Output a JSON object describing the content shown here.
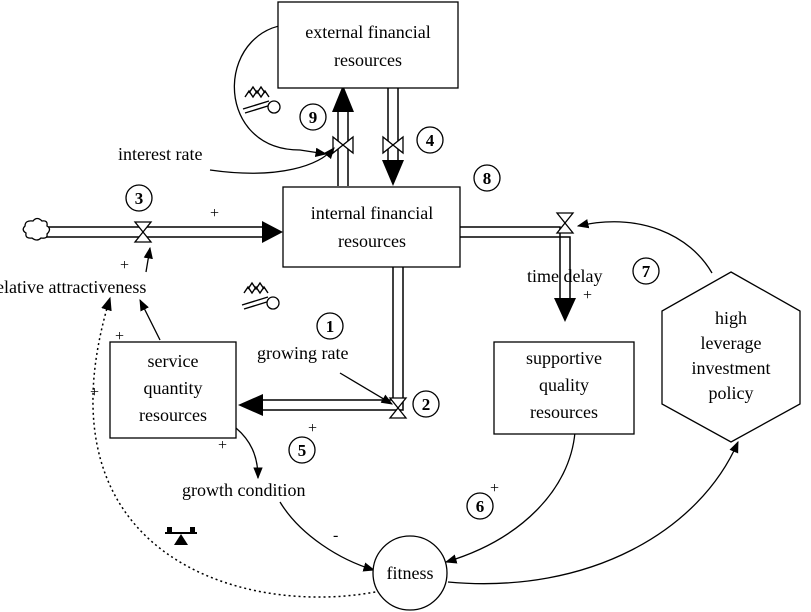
{
  "nodes": {
    "external": [
      "external financial",
      "resources"
    ],
    "internal": [
      "internal financial",
      "resources"
    ],
    "service": [
      "service",
      "quantity",
      "resources"
    ],
    "supportive": [
      "supportive",
      "quality",
      "resources"
    ],
    "policy": [
      "high",
      "leverage",
      "investment",
      "policy"
    ],
    "fitness": "fitness"
  },
  "labels": {
    "interest_rate": "interest rate",
    "relative_attractiveness": "relative attractiveness",
    "growing_rate": "growing rate",
    "time_delay": "time delay",
    "growth_condition": "growth condition"
  },
  "markers": [
    "1",
    "2",
    "3",
    "4",
    "5",
    "6",
    "7",
    "8",
    "9"
  ],
  "polarity": {
    "plus": "+",
    "minus": "-"
  }
}
